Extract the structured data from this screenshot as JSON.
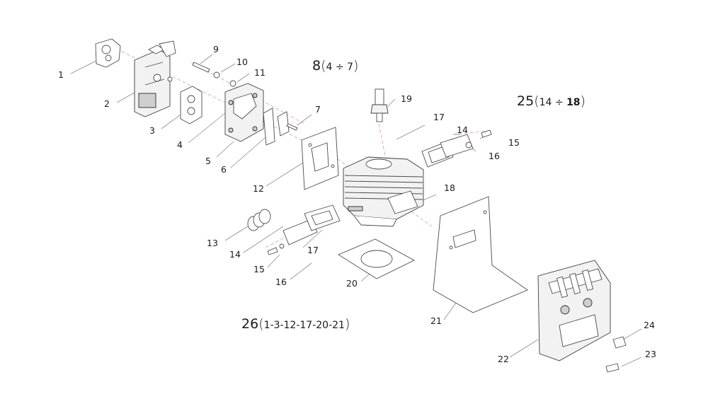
{
  "callouts": [
    "1",
    "2",
    "3",
    "4",
    "5",
    "6",
    "7",
    "9",
    "10",
    "11",
    "12",
    "13",
    "14",
    "15",
    "16",
    "17",
    "17",
    "14",
    "15",
    "16",
    "18",
    "19",
    "20",
    "21",
    "22",
    "23",
    "24"
  ],
  "groups": {
    "g8": {
      "number": "8",
      "open": "(",
      "members": "4 ÷ 7",
      "close": ")"
    },
    "g25": {
      "number": "25",
      "open": "(",
      "members_a": "14 ÷ ",
      "members_b": "18",
      "close": ")"
    },
    "g26": {
      "number": "26",
      "open": "(",
      "members": "1-3-12-17-20-21",
      "close": ")"
    }
  },
  "colors": {
    "line": "#4a4a4a",
    "axis": "#e08a8a",
    "text": "#1a1a1a"
  }
}
